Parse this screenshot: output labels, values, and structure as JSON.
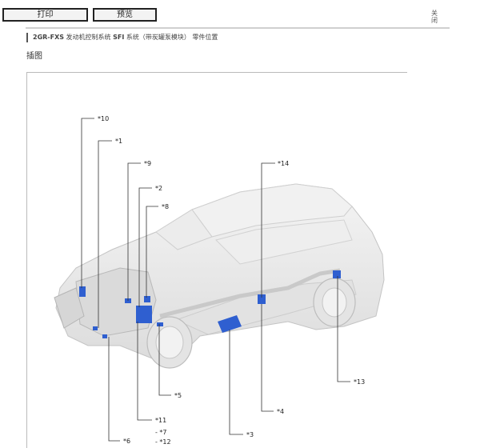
{
  "toolbar": {
    "print_label": "打印",
    "preview_label": "预览",
    "close_line1": "关",
    "close_line2": "闭"
  },
  "breadcrumb": {
    "engine": "2GR-FXS",
    "engine_rest": " 发动机控制系统 ",
    "system": "SFI",
    "system_rest": " 系统（带炭罐泵模块） 零件位置"
  },
  "section_title": "插图",
  "callouts": {
    "c1": "*1",
    "c2": "*2",
    "c3": "*3",
    "c4": "*4",
    "c5": "*5",
    "c6": "*6",
    "c7": "- *7",
    "c8": "*8",
    "c9": "*9",
    "c10": "*10",
    "c11": "*11",
    "c12": "- *12",
    "c13": "*13",
    "c14": "*14"
  },
  "colors": {
    "highlight_part": "#2f5fd0",
    "car_body": "#e9e9e9",
    "car_outline": "#c8c8c8"
  }
}
